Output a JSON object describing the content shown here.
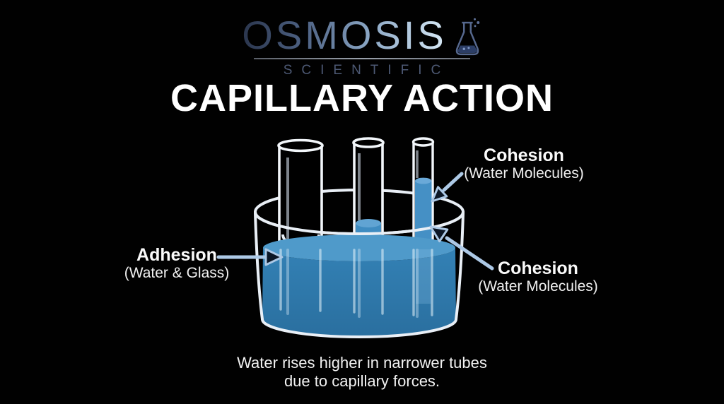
{
  "logo": {
    "brand": "OSMOSIS",
    "tagline": "SCIENTIFIC",
    "flask_icon": "erlenmeyer-flask-with-bubbles"
  },
  "title": "CAPILLARY ACTION",
  "labels": {
    "adhesion": {
      "title": "Adhesion",
      "subtitle": "(Water & Glass)"
    },
    "cohesion_top": {
      "title": "Cohesion",
      "subtitle": "(Water Molecules)"
    },
    "cohesion_bottom": {
      "title": "Cohesion",
      "subtitle": "(Water Molecules)"
    }
  },
  "caption": {
    "line1": "Water rises higher in narrower tubes",
    "line2": "due to capillary forces."
  },
  "diagram": {
    "container": "beaker-of-water",
    "tubes": [
      {
        "width": "wide",
        "water_rise": "lowest"
      },
      {
        "width": "medium",
        "water_rise": "medium"
      },
      {
        "width": "narrow",
        "water_rise": "highest"
      }
    ]
  },
  "colors": {
    "background": "#010101",
    "water_body": "#2e7aae",
    "water_surface": "#4f9aca",
    "tube_water_column": "#4590c5",
    "glass_outline": "#eaf0f6",
    "arrow": "#adc9e6",
    "text": "#ffffff",
    "tagline_text": "#4d5974"
  }
}
